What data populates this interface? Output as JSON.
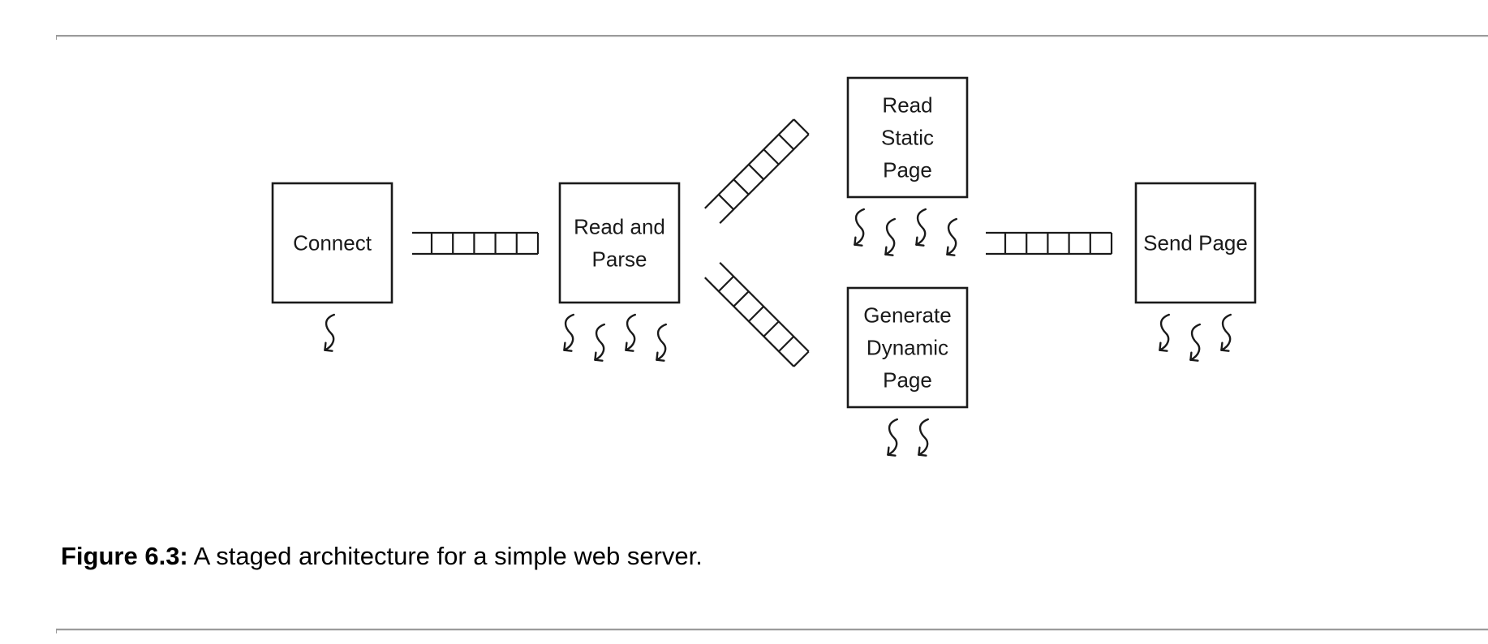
{
  "figure": {
    "label": "Figure 6.3:",
    "text": "A staged architecture for a simple web server."
  },
  "stages": [
    {
      "id": "connect",
      "lines": [
        "Connect"
      ],
      "threads": 1
    },
    {
      "id": "read-and-parse",
      "lines": [
        "Read and",
        "Parse"
      ],
      "threads": 4
    },
    {
      "id": "read-static-page",
      "lines": [
        "Read",
        "Static",
        "Page"
      ],
      "threads": 4
    },
    {
      "id": "generate-dynamic-page",
      "lines": [
        "Generate",
        "Dynamic",
        "Page"
      ],
      "threads": 2
    },
    {
      "id": "send-page",
      "lines": [
        "Send Page"
      ],
      "threads": 3
    }
  ],
  "queues": [
    {
      "id": "connect-to-parse",
      "slots": 6
    },
    {
      "id": "parse-to-static",
      "slots": 6
    },
    {
      "id": "parse-to-dynamic",
      "slots": 6
    },
    {
      "id": "static-to-send",
      "slots": 6
    }
  ]
}
